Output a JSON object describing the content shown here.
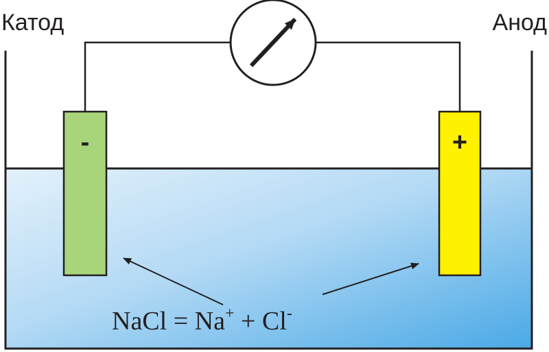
{
  "labels": {
    "cathode": "Катод",
    "anode": "Анод"
  },
  "electrodes": {
    "cathode_sign": "-",
    "anode_sign": "+"
  },
  "equation": {
    "part1": "NaCl = Na",
    "na_charge": "+",
    "part2": " + Cl",
    "cl_charge": "-"
  },
  "colors": {
    "cathode_fill": "#a8d57a",
    "anode_fill": "#fff200",
    "solution_top": "#e3f1fb",
    "solution_bottom": "#4aa9e6",
    "line": "#231f20"
  },
  "icons": {
    "meter": "galvanometer-icon"
  }
}
